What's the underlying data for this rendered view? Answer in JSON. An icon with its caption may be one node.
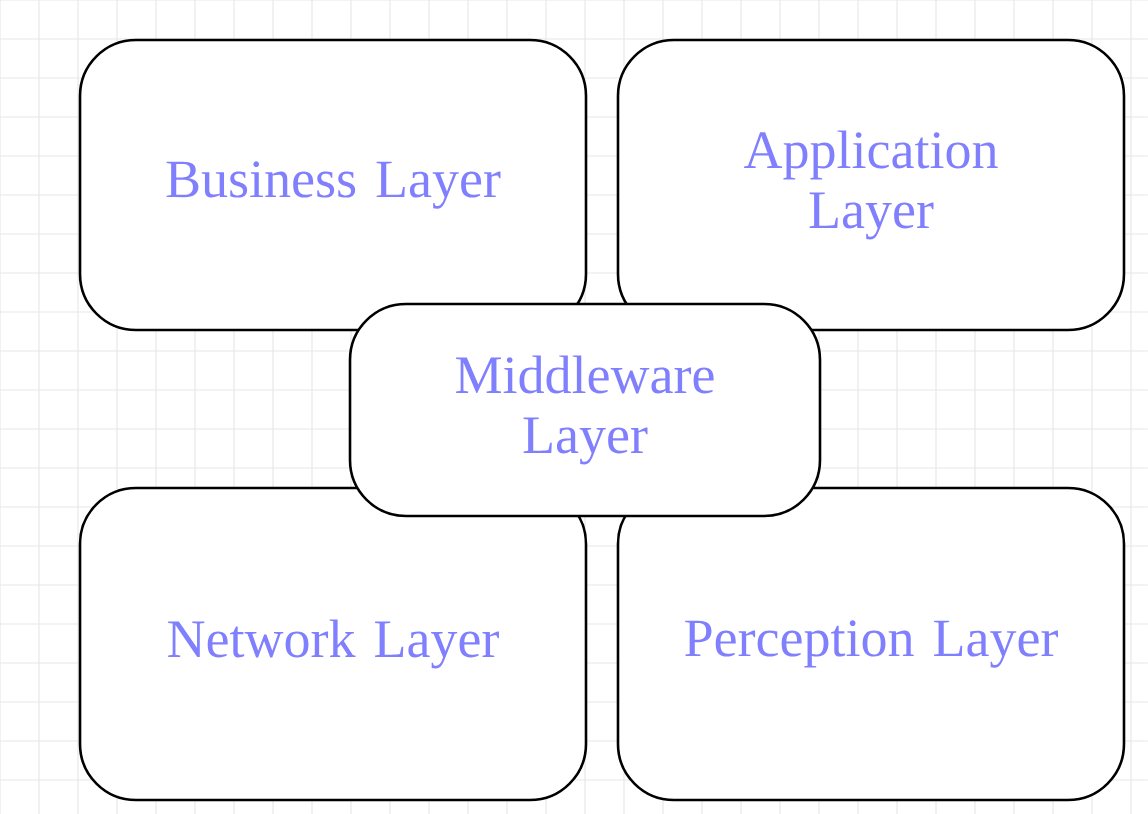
{
  "diagram": {
    "nodes": [
      {
        "text": [
          "Business Layer"
        ]
      },
      {
        "text": [
          "Application Layer"
        ]
      },
      {
        "text": [
          "Network Layer"
        ]
      },
      {
        "text": [
          "Perception Layer"
        ]
      },
      {
        "text": [
          "Middleware Layer"
        ]
      }
    ],
    "edges": []
  }
}
